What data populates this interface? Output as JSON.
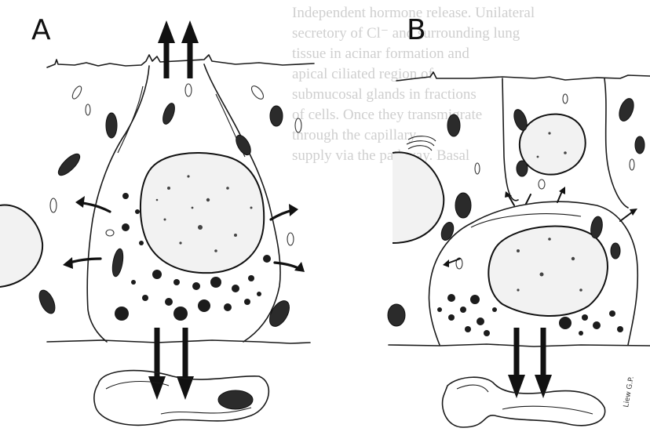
{
  "panels": [
    {
      "label": "A"
    },
    {
      "label": "B"
    }
  ],
  "background_text_lines": [
    "Independent hormone release. Unilateral",
    "secretory of Cl⁻ and surrounding lung",
    "tissue in acinar formation and",
    "apical ciliated region of",
    "submucosal glands in fractions",
    "of cells. Once they transmigrate",
    "through the capillary",
    "supply via the pathway. Basal"
  ],
  "artist_mark": "Liew G.P.",
  "colors": {
    "ink": "#111111",
    "paper": "#ffffff",
    "ghost_text": "#cfcfcf"
  }
}
